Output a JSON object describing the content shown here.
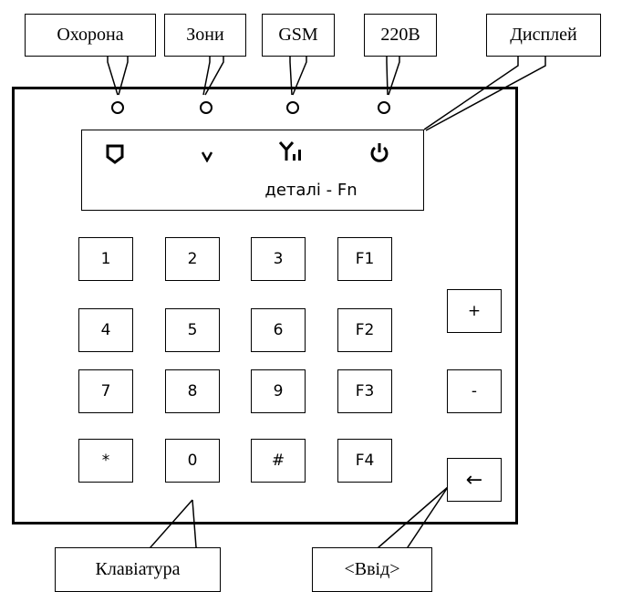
{
  "labels": {
    "security": "Охорона",
    "zones": "Зони",
    "gsm": "GSM",
    "power": "220В",
    "display": "Дисплей",
    "keyboard": "Клавіатура",
    "enter": "<Ввід>"
  },
  "display": {
    "text": "деталі - Fn",
    "icons": [
      "shield-icon",
      "checkmark-icon",
      "antenna-signal-icon",
      "power-icon"
    ]
  },
  "keypad": {
    "k1": "1",
    "k2": "2",
    "k3": "3",
    "kf1": "F1",
    "k4": "4",
    "k5": "5",
    "k6": "6",
    "kf2": "F2",
    "k7": "7",
    "k8": "8",
    "k9": "9",
    "kf3": "F3",
    "kstar": "*",
    "k0": "0",
    "khash": "#",
    "kf4": "F4",
    "plus": "+",
    "minus": "-",
    "enter_symbol": "←"
  }
}
